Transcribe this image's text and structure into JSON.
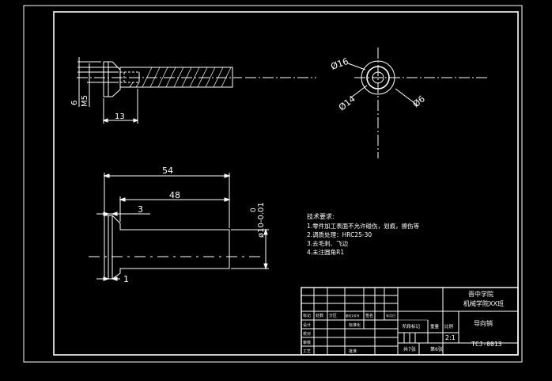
{
  "colors": {
    "background": "#000000",
    "line": "#ffffff"
  },
  "top_view": {
    "dim_thread_len": "6",
    "dim_thread": "M5",
    "dim_head_len": "13"
  },
  "end_view": {
    "dia_outer": "Ø16",
    "dia_mid": "Ø14",
    "dia_inner": "Ø6"
  },
  "bottom_view": {
    "dim_total": "54",
    "dim_body": "48",
    "dim_step": "3",
    "dim_chamfer": "1",
    "dim_dia_tol_upper": "0",
    "dim_dia": "ø10-0.01"
  },
  "tech_requirements": {
    "title": "技术要求:",
    "items": [
      "1.零件加工表面不允许碰伤，划痕，擦伤等",
      "2.调质处理：HRC25-30",
      "3.去毛刺、飞边",
      "4.未注圆角R1"
    ]
  },
  "title_block": {
    "school": "晋中学院",
    "class": "机械学院XX班",
    "part_name": "导向销",
    "drawing_no": "TCJ-0013",
    "scale": "2:1",
    "stage_mark_header": "阶段标记",
    "weight_header": "重量",
    "scale_header": "比例",
    "sheet_total": "共7张",
    "sheet_no": "第6张",
    "row_labels": [
      "标记",
      "处数",
      "分区",
      "更改文件号",
      "签名",
      "年月日"
    ],
    "design": "设计",
    "standardization": "标准化",
    "check": "校对",
    "review": "审核",
    "process": "工艺",
    "approve": "批准"
  }
}
